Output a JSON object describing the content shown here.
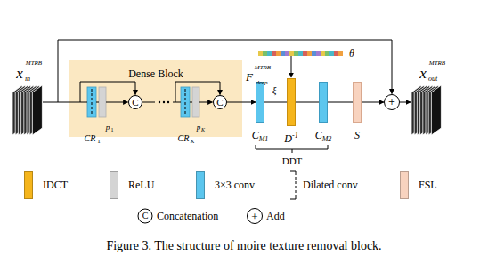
{
  "diagram": {
    "caption": "Figure 3. The structure of moire texture removal block.",
    "nodes": [
      {
        "text": [
          "Dense Block"
        ]
      },
      {
        "text": [
          "C"
        ],
        "in": 0
      },
      {
        "text": [
          "C"
        ],
        "in": 0
      },
      {
        "text": [
          "C",
          "M1"
        ]
      },
      {
        "text": [
          "D",
          "-1"
        ]
      },
      {
        "text": [
          "C",
          "M2"
        ]
      },
      {
        "text": [
          "S"
        ]
      },
      {
        "text": [
          "+"
        ]
      }
    ],
    "edges": [
      {
        "from": 2,
        "to": 3,
        "arrow": "to"
      },
      {
        "from": 3,
        "to": 4,
        "arrow": "none"
      },
      {
        "from": 4,
        "to": 5,
        "arrow": "none"
      },
      {
        "from": 5,
        "to": 6,
        "arrow": "none"
      },
      {
        "from": 6,
        "to": 7,
        "arrow": "to"
      }
    ],
    "labels": [
      "x",
      "MTRB",
      "in",
      "p",
      "1",
      "CR",
      "1",
      "p",
      "K",
      "CR",
      "K",
      "F",
      "MTRB",
      "deep",
      "ξ",
      "θ",
      "x",
      "MTRB",
      "out",
      "DDT",
      "C",
      "+"
    ],
    "legend": [
      {
        "text": "IDCT",
        "color": "#f5b51c"
      },
      {
        "text": "ReLU",
        "color": "#d4d4d4"
      },
      {
        "text": "3×3 conv",
        "color": "#5cc6ee"
      },
      {
        "text": "Dilated conv"
      },
      {
        "text": "FSL",
        "color": "#f8d3bf"
      },
      {
        "text": "Concatenation"
      },
      {
        "text": "Add"
      }
    ]
  }
}
